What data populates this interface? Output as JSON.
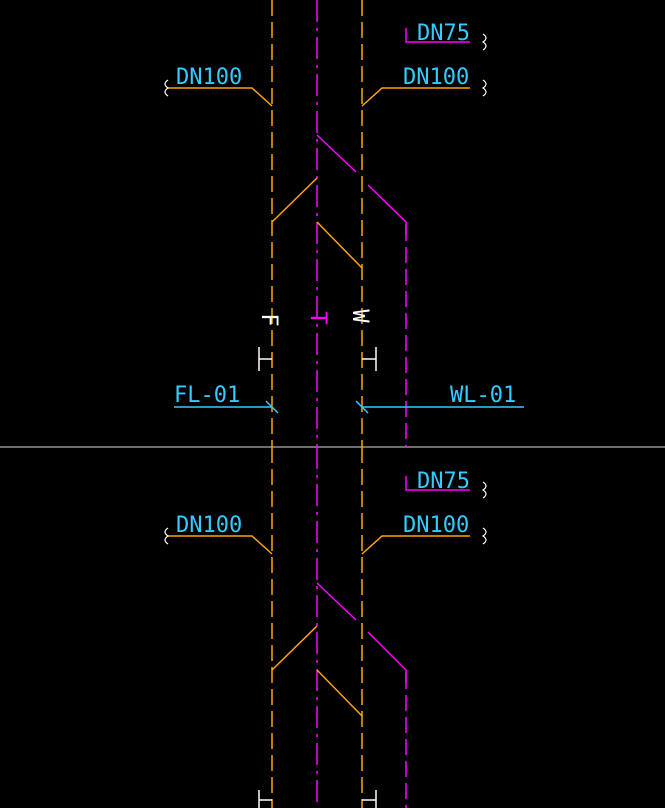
{
  "colors": {
    "background": "#000000",
    "orange": "#FFA500",
    "magenta": "#FF00FF",
    "cyan": "#33CCFF",
    "white": "#FFFFFF",
    "divider": "#DDDDDD",
    "leader_orange": "#FF9A00"
  },
  "labels": {
    "dn75": "DN75",
    "dn100": "DN100",
    "fl01": "FL-01",
    "wl01": "WL-01",
    "f_mark": "F",
    "t_mark": "T",
    "w_mark": "W"
  }
}
